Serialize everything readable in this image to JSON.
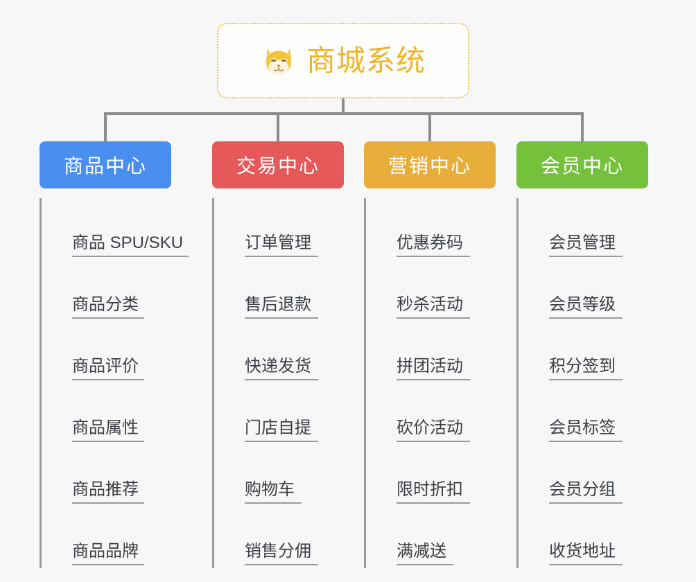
{
  "diagram": {
    "type": "org-chart",
    "background_color": "#f7f7f7",
    "root": {
      "title": "商城系统",
      "icon": "shiba-face-icon",
      "border_color": "#eeb94a",
      "text_color": "#f0b429"
    },
    "connector_color": "#8c8c8c",
    "columns": [
      {
        "header": "商品中心",
        "color": "#4a8ff0",
        "items": [
          "商品 SPU/SKU",
          "商品分类",
          "商品评价",
          "商品属性",
          "商品推荐",
          "商品品牌"
        ]
      },
      {
        "header": "交易中心",
        "color": "#e5595a",
        "items": [
          "订单管理",
          "售后退款",
          "快递发货",
          "门店自提",
          "购物车",
          "销售分佣"
        ]
      },
      {
        "header": "营销中心",
        "color": "#e8ae3c",
        "items": [
          "优惠券码",
          "秒杀活动",
          "拼团活动",
          "砍价活动",
          "限时折扣",
          "满减送"
        ]
      },
      {
        "header": "会员中心",
        "color": "#76c13c",
        "items": [
          "会员管理",
          "会员等级",
          "积分签到",
          "会员标签",
          "会员分组",
          "收货地址"
        ]
      }
    ]
  }
}
